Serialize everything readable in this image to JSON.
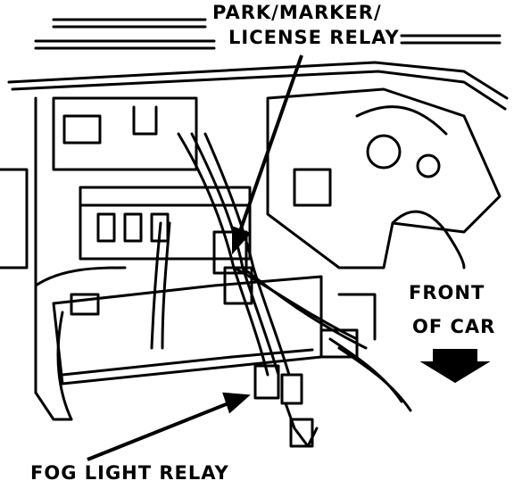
{
  "labels": {
    "park_marker": "PARK/MARKER/",
    "license_relay": "LICENSE RELAY",
    "front": "FRONT",
    "of_car": "OF CAR",
    "fog_light_relay": "FOG LIGHT RELAY"
  },
  "colors": {
    "ink": "#000000",
    "paper": "#ffffff"
  }
}
